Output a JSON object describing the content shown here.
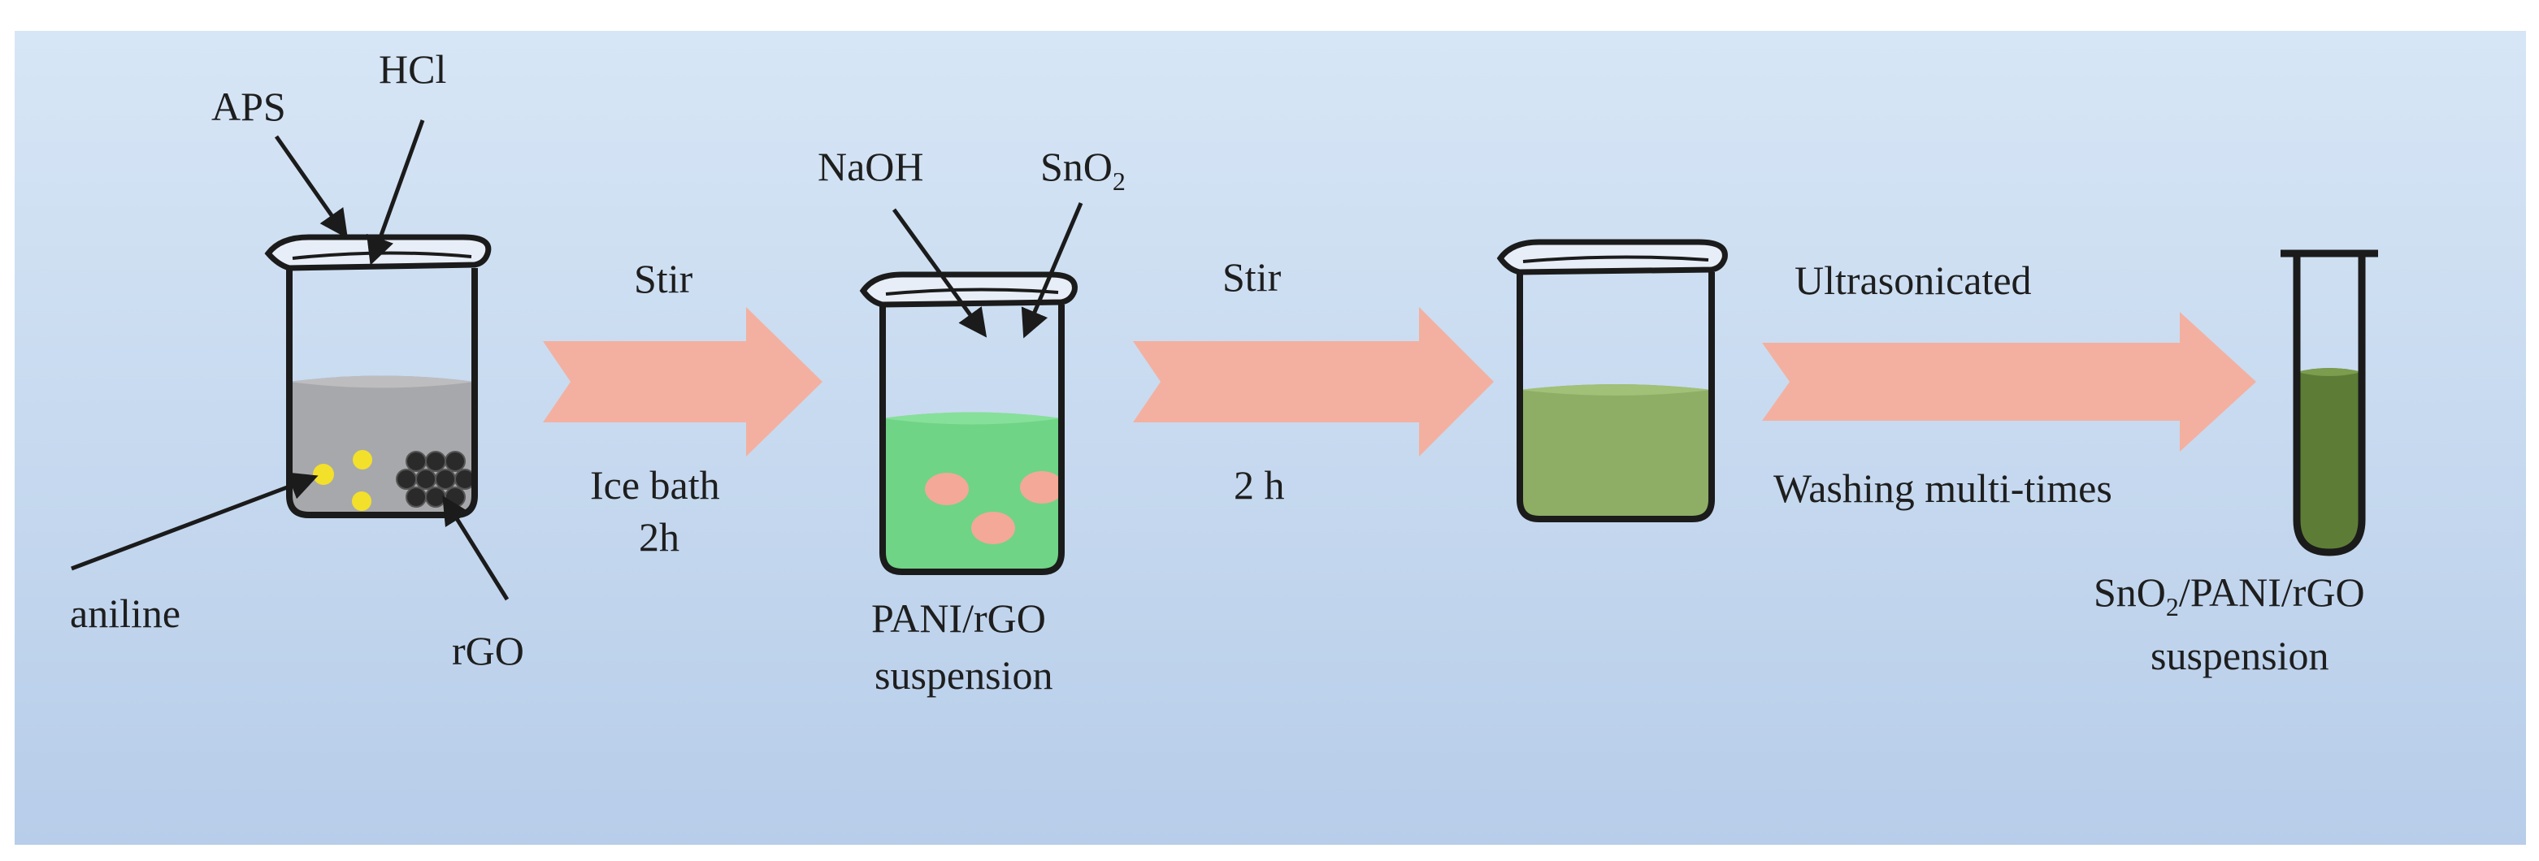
{
  "labels": {
    "aps": "APS",
    "hcl": "HCl",
    "aniline": "aniline",
    "rgo": "rGO",
    "naoh": "NaOH",
    "sno2_base": "SnO",
    "sno2_sub": "2",
    "stir_1": "Stir",
    "ice_bath": "Ice bath",
    "time_1": "2h",
    "pani_line1": "PANI/rGO",
    "pani_line2": "suspension",
    "stir_2": "Stir",
    "time_2": "2 h",
    "ultrasonicated": "Ultrasonicated",
    "washing": "Washing multi-times",
    "final_base": "SnO",
    "final_sub": "2",
    "final_rest": "/PANI/rGO",
    "final_line2": "suspension"
  },
  "colors": {
    "background_top": "#d7e6f6",
    "background_bottom": "#b7cde9",
    "arrow_fill": "#f3b0a0",
    "outline": "#1b1b1b",
    "liquid_gray": "#a7a8ab",
    "liquid_green_light": "#6fd486",
    "liquid_green_olive": "#8dae64",
    "liquid_green_dark": "#5d7d36",
    "pink_particles": "#f4a897",
    "yellow_particles": "#f3e02a"
  }
}
